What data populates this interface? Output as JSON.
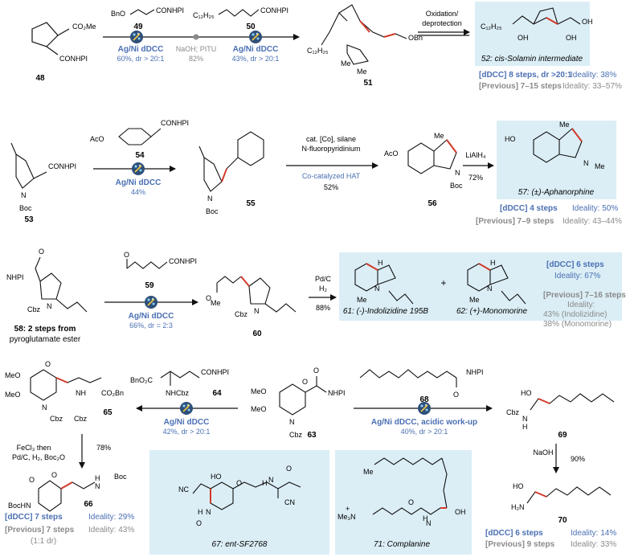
{
  "colors": {
    "blue": "#4a6fb3",
    "grey": "#8a8a8a",
    "red": "#d23a2a",
    "panel": "#dbeef6",
    "black": "#111111"
  },
  "icons": [
    "catalyst-icon"
  ],
  "row1": {
    "cmpd48": "48",
    "r48_co2me": "CO₂Me",
    "r48_conhpi": "CONHPI",
    "r49": "BnO",
    "r49b": "CONHPI",
    "c49": "49",
    "r50": "C₁₂H₂₅",
    "r50b": "CONHPI",
    "c50": "50",
    "cat1": "Ag/Ni dDCC",
    "y1": "60%, dr > 20:1",
    "mid": "NaOH; PITU",
    "midy": "82%",
    "cat2": "Ag/Ni dDCC",
    "y2": "43%, dr > 20:1",
    "r51a": "C₁₂H₂₅",
    "r51b": "OBn",
    "r51c": "Me",
    "r51d": "Me",
    "c51": "51",
    "step": "Oxidation/",
    "step2": "deprotection",
    "r52a": "C₁₂H₂₅",
    "r52b": "OH",
    "r52c": "OH",
    "r52d": "OH",
    "label52": "52: cis-Solamin intermediate",
    "sum1a": "[dDCC] 8 steps, dr >20:1",
    "sum1b": "Ideality: 38%",
    "sum2a": "[Previous] 7–15 steps",
    "sum2b": "Ideality: 33–57%"
  },
  "row2": {
    "r53a": "CONHPI",
    "r53b": "N",
    "r53c": "Boc",
    "c53": "53",
    "r54a": "AcO",
    "r54b": "CONHPI",
    "c54": "54",
    "cat": "Ag/Ni dDCC",
    "y": "44%",
    "r55a": "N",
    "r55b": "Boc",
    "c55": "55",
    "cond1": "cat. [Co], silane",
    "cond2": "N-fluoropyridinium",
    "cond3": "Co-catalyzed HAT",
    "condy": "52%",
    "r56a": "AcO",
    "r56b": "Me",
    "r56c": "N",
    "r56d": "Boc",
    "c56": "56",
    "red": "LiAlH₄",
    "redy": "72%",
    "r57a": "HO",
    "r57b": "Me",
    "r57c": "N",
    "r57d": "Me",
    "label57": "57: (±)-Aphanorphine",
    "sum1a": "[dDCC] 4 steps",
    "sum1b": "Ideality: 50%",
    "sum2a": "[Previous] 7–9 steps",
    "sum2b": "Ideality: 43–44%"
  },
  "row3": {
    "r58a": "O",
    "r58b": "NHPI",
    "r58c": "Cbz",
    "r58d": "N",
    "c58": "58: 2 steps from",
    "c58b": "pyroglutamate ester",
    "r59a": "O",
    "r59b": "CONHPI",
    "c59": "59",
    "cat": "Ag/Ni dDCC",
    "y": "66%, dr = 2:3",
    "r60a": "O",
    "r60b": "Me",
    "r60c": "Cbz",
    "r60d": "N",
    "c60": "60",
    "cond": "Pd/C",
    "cond2": "H₂",
    "condy": "88%",
    "r61a": "H",
    "r61b": "N",
    "r61c": "Me",
    "label61": "61: (-)-Indolizidine 195B",
    "plus": "+",
    "r62a": "H",
    "r62b": "N",
    "r62c": "Me",
    "label62": "62: (+)-Monomorine",
    "sum1a": "[dDCC] 6 steps",
    "sum1b": "Ideality: 67%",
    "sum2a": "[Previous] 7–16 steps",
    "sum2b": "Ideality:",
    "sum2c": "43% (Indolizidine)",
    "sum2d": "38% (Monomorine)"
  },
  "row4": {
    "r65a": "MeO",
    "r65b": "MeO",
    "r65c": "O",
    "r65d": "N",
    "r65e": "Cbz",
    "r65f": "NH",
    "r65g": "Cbz",
    "r65h": "CO₂Bn",
    "c65": "65",
    "r64a": "BnO₂C",
    "r64b": "CONHPI",
    "r64c": "NHCbz",
    "c64": "64",
    "catL": "Ag/Ni dDCC",
    "yL": "42%, dr > 20:1",
    "r63a": "MeO",
    "r63b": "MeO",
    "r63c": "O",
    "r63d": "N",
    "r63e": "Cbz",
    "r63f": "NHPI",
    "r63g": "O",
    "c63": "63",
    "r68a": "NHPI",
    "r68b": "O",
    "c68": "68",
    "catR": "Ag/Ni dDCC, acidic work-up",
    "yR": "40%, dr > 20:1",
    "r69a": "HO",
    "r69b": "Cbz",
    "r69c": "N",
    "r69d": "H",
    "c69": "69",
    "naoh": "NaOH",
    "naohy": "90%",
    "r70a": "HO",
    "r70b": "H₂N",
    "c70": "70",
    "fecl": "FeCl₃ then",
    "fecl2": "Pd/C, H₂, Boc₂O",
    "fecly": "78%",
    "r66a": "O",
    "r66b": "O",
    "r66c": "BocHN",
    "r66d": "H",
    "r66e": "N",
    "r66f": "Boc",
    "c66": "66",
    "r67a": "NC",
    "r67b": "HO",
    "r67c": "O",
    "r67d": "H",
    "r67e": "N",
    "r67f": "H",
    "r67g": "N",
    "r67h": "O",
    "r67i": "O",
    "r67j": "CN",
    "label67": "67: ent-SF2768",
    "r71a": "Me",
    "r71b": "Me₃N",
    "r71c": "+",
    "r71d": "O",
    "r71e": "H",
    "r71f": "N",
    "r71g": "OH",
    "label71": "71: Complanine",
    "sumL1a": "[dDCC] 7 steps",
    "sumL1b": "Ideality: 29%",
    "sumL2a": "[Previous] 7 steps",
    "sumL2b": "Ideality: 43%",
    "sumL3": "(1:1 dr)",
    "sumR1a": "[dDCC] 6 steps",
    "sumR1b": "Ideality: 14%",
    "sumR2a": "[Previous] 9 steps",
    "sumR2b": "Ideality: 33%"
  }
}
